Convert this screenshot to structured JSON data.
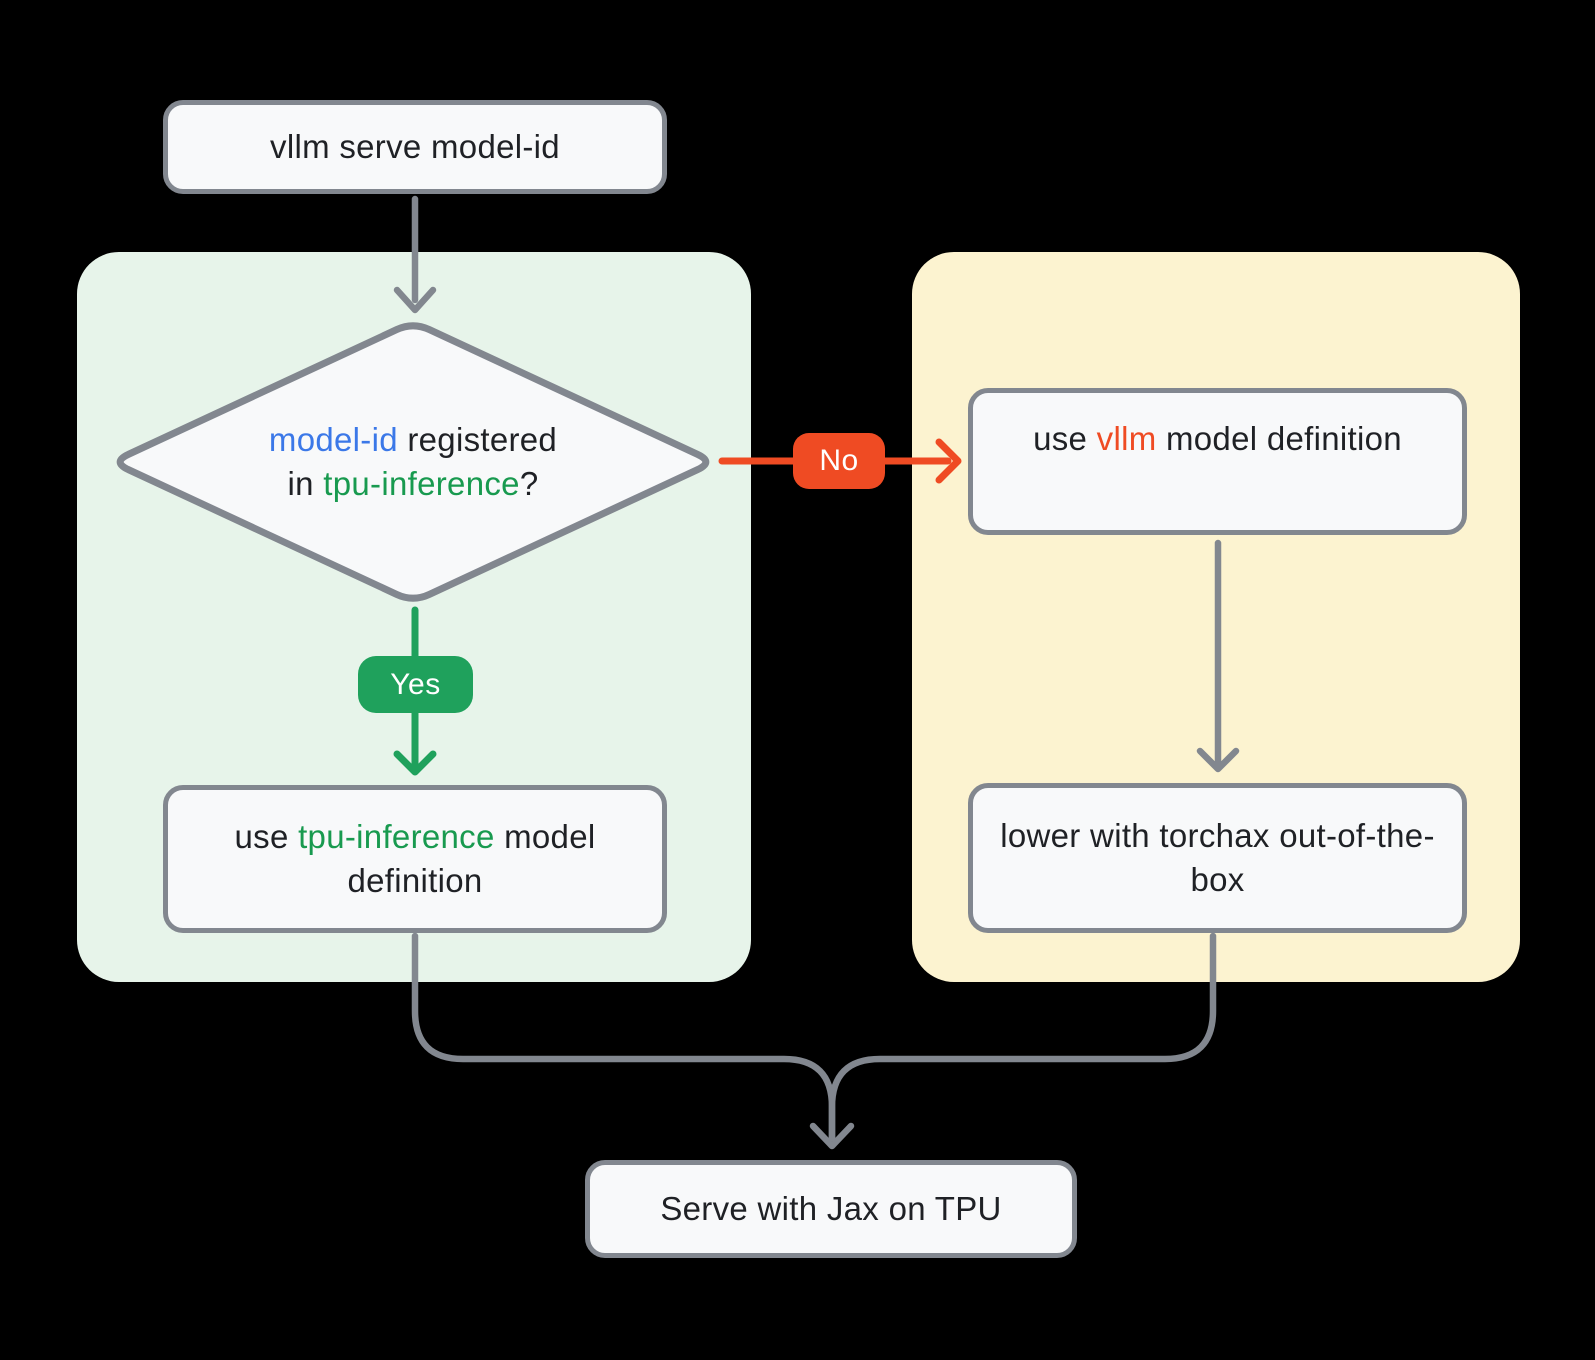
{
  "title": "vllm serve TPU flowchart",
  "colors": {
    "background": "#000000",
    "panel_yes": "#E7F4EA",
    "panel_no": "#FCF3D0",
    "node_fill": "#F8F9FA",
    "node_border": "#82878F",
    "arrow_gray": "#82878F",
    "green": "#1FA15C",
    "green_text": "#189A4F",
    "orange": "#EF4B23",
    "blue": "#3B78E8",
    "text": "#1F2125"
  },
  "nodes": {
    "start": {
      "label": "vllm serve model-id"
    },
    "decision": {
      "part1": "model-id",
      "part2": " registered",
      "part3": "in ",
      "part4": "tpu-inference",
      "part5": "?"
    },
    "tpu": {
      "part1": "use ",
      "part2": "tpu-inference",
      "part3": " model definition"
    },
    "vllm": {
      "part1": "use ",
      "part2": "vllm",
      "part3": " model definition"
    },
    "torchax": {
      "label": "lower with torchax out-of-the-box"
    },
    "serve": {
      "label": "Serve with Jax on TPU"
    }
  },
  "edges": {
    "yes_label": "Yes",
    "no_label": "No"
  }
}
